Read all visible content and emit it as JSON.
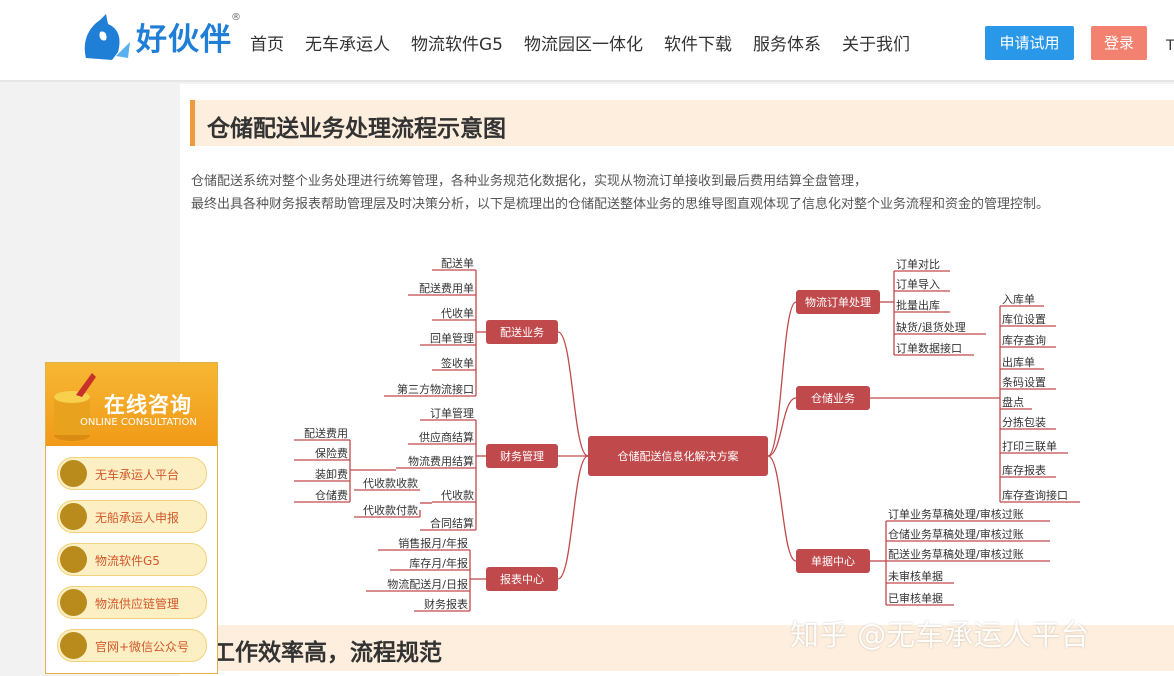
{
  "header": {
    "logo_text": "好伙伴",
    "registered_mark": "®",
    "nav": [
      "首页",
      "无车承运人",
      "物流软件G5",
      "物流园区一体化",
      "软件下载",
      "服务体系",
      "关于我们"
    ],
    "trial_button": "申请试用",
    "login_button": "登录",
    "edge_mark": "T"
  },
  "section": {
    "title": "仓储配送业务处理流程示意图",
    "desc_line1": "仓储配送系统对整个业务处理进行统筹管理，各种业务规范化数据化，实现从物流订单接收到最后费用结算全盘管理，",
    "desc_line2": "最终出具各种财务报表帮助管理层及时决策分析，以下是梳理出的仓储配送整体业务的思维导图直观体现了信息化对整个业务流程和资金的管理控制。"
  },
  "mindmap": {
    "center": "仓储配送信息化解决方案",
    "left": [
      {
        "label": "配送业务",
        "items": [
          "配送单",
          "配送费用单",
          "代收单",
          "回单管理",
          "签收单",
          "第三方物流接口"
        ]
      },
      {
        "label": "财务管理",
        "items": [
          "订单管理",
          "供应商结算",
          "物流费用结算",
          "代收款",
          "合同结算"
        ],
        "sub_fee": [
          "配送费用",
          "保险费",
          "装卸费",
          "仓储费"
        ],
        "sub_collect": [
          "代收款收款",
          "代收款付款"
        ]
      },
      {
        "label": "报表中心",
        "items": [
          "销售报月/年报",
          "库存月/年报",
          "物流配送月/日报",
          "财务报表"
        ]
      }
    ],
    "right": [
      {
        "label": "物流订单处理",
        "items": [
          "订单对比",
          "订单导入",
          "批量出库",
          "缺货/退货处理",
          "订单数据接口"
        ]
      },
      {
        "label": "仓储业务",
        "items": [
          "入库单",
          "库位设置",
          "库存查询",
          "出库单",
          "条码设置",
          "盘点",
          "分拣包装",
          "打印三联单",
          "库存报表",
          "库存查询接口"
        ]
      },
      {
        "label": "单据中心",
        "items": [
          "订单业务草稿处理/审核过账",
          "仓储业务草稿处理/审核过账",
          "配送业务草稿处理/审核过账",
          "未审核单据",
          "已审核单据"
        ]
      }
    ]
  },
  "section2": {
    "title": "工作效率高，流程规范"
  },
  "watermark": "知乎 @无车承运人平台",
  "consult": {
    "title": "在线咨询",
    "subtitle": "ONLINE CONSULTATION",
    "items": [
      "无车承运人平台",
      "无船承运人申报",
      "物流软件G5",
      "物流供应链管理",
      "官网+微信公众号"
    ]
  },
  "colors": {
    "node": "#c0494b",
    "line": "#c0494b",
    "brand": "#1f7fd6",
    "accent": "#f09a3e"
  }
}
